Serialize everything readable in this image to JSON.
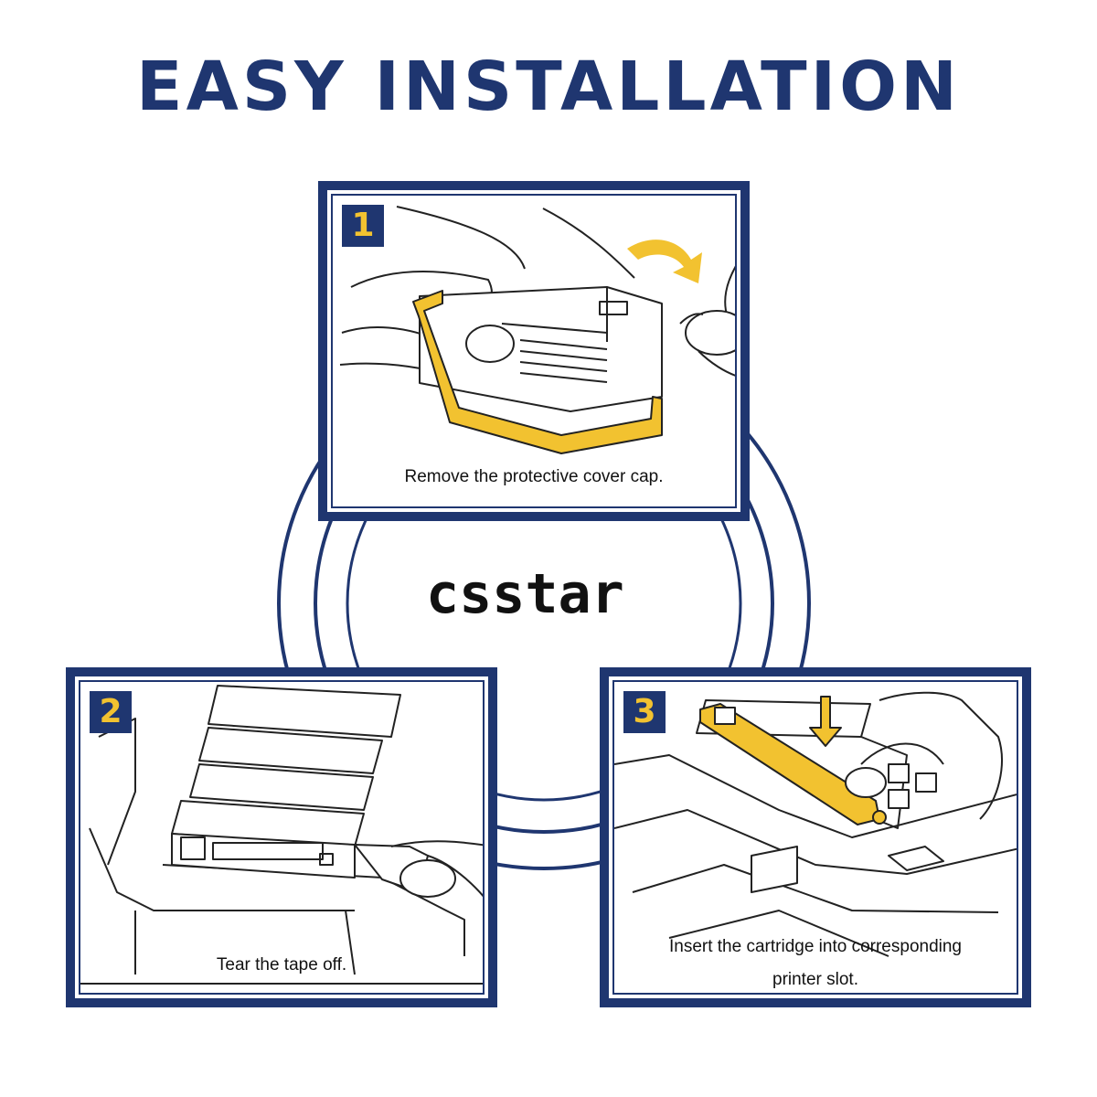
{
  "title": "EASY INSTALLATION",
  "brand": {
    "logo_text": "csstar",
    "colors": {
      "navy": "#1f3670",
      "yellow": "#f2c230",
      "cyan": "#1aa7e6",
      "magenta": "#e0237c"
    }
  },
  "steps": [
    {
      "number": "1",
      "caption": "Remove the protective cover cap."
    },
    {
      "number": "2",
      "caption": "Tear the tape off."
    },
    {
      "number": "3",
      "caption_line1": "Insert the cartridge into corresponding",
      "caption_line2": "printer slot."
    }
  ]
}
